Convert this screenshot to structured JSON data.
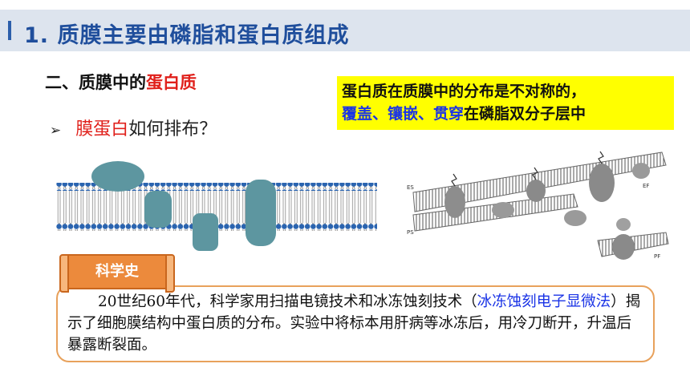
{
  "title": "1. 质膜主要由磷脂和蛋白质组成",
  "section": {
    "prefix": "二、质膜中的",
    "highlight": "蛋白质"
  },
  "question": {
    "bullet": "➢",
    "highlight": "膜蛋白",
    "rest": "如何排布？"
  },
  "callout": {
    "line1": "蛋白质在质膜中的分布是不对称的，",
    "line2_blue": "覆盖、镶嵌、贯穿",
    "line2_rest": "在磷脂双分子层中"
  },
  "micrograph_labels": {
    "es": "ES",
    "ef": "EF",
    "ps": "PS",
    "pf": "PF"
  },
  "history": {
    "tag": "科学史",
    "part1": "20世纪60年代，科学家用扫描电镜技术和冰冻蚀刻技术（",
    "part2_blue": "冰冻蚀刻电子显微法",
    "part3": "）揭示了细胞膜结构中蛋白质的分布。实验中将标本用肝病等冰冻后，用冷刀断开，升温后暴露断裂面。"
  },
  "colors": {
    "title": "#1f4e9c",
    "title_bar": "#dde4ee",
    "highlight_red": "#e0201b",
    "callout_bg": "#ffff00",
    "callout_blue": "#1a33e6",
    "protein": "#5d96a0",
    "lipid_head": "#2a64b0",
    "tag_orange": "#ec8a3c"
  }
}
